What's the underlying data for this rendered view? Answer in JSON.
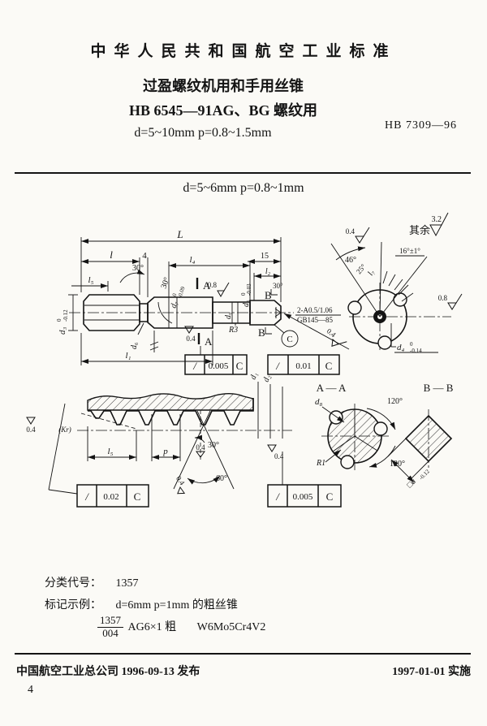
{
  "header": {
    "standard_title": "中华人民共和国航空工业标准",
    "doc_title": "过盈螺纹机用和手用丝锥",
    "doc_subtitle": "HB 6545—91AG、BG 螺纹用",
    "doc_range": "d=5~10mm   p=0.8~1.5mm",
    "standard_no": "HB 7309—96"
  },
  "section": {
    "title": "d=5~6mm   p=0.8~1mm"
  },
  "drawing": {
    "general": {
      "prefix": "其余",
      "value": "3.2"
    },
    "main": {
      "dim_L": "L",
      "dim_l": "l",
      "dim_4": "4",
      "dim_l4": "l₄",
      "dim_15": "15",
      "dim_l2": "l₂",
      "dim_l5": "l₅",
      "dim_l1": "l₁",
      "d3": {
        "base": "d₃",
        "sup": "0",
        "sub": "-0.12"
      },
      "d7": {
        "base": "d₇",
        "sup": "0",
        "sub": "-0.09"
      },
      "d5": {
        "base": "d₅",
        "sup": "0",
        "sub": "-0.03"
      },
      "d6": "d₆",
      "d9": "d₉",
      "r3": "R3",
      "a30_1": "30°",
      "a30_2": "30°",
      "a30_3": "30°",
      "secA_top": "A",
      "secA_bot": "A",
      "secB_top": "B",
      "secB_bot": "B",
      "f08": "0.8",
      "f04": "0.4",
      "f04_diag": "0.4",
      "hole1": "2-A0.5/1.06",
      "hole2": "GB145—85",
      "datum": "C"
    },
    "end": {
      "f04": "0.4",
      "a46": "46°",
      "a25": "25°",
      "l7": "l₇",
      "a16": "16°±1°",
      "f08": "0.8",
      "d4": {
        "base": "d₄",
        "sup": "0",
        "sub": "-0.14"
      }
    },
    "profile": {
      "f04_left": "0.4",
      "kr": "(Kr)",
      "l5": "l₅",
      "p": "p",
      "a30": "30°",
      "f04_mid": "0.4",
      "a60": "60°",
      "f04_incline": "0.4",
      "d1": "d₁",
      "d2": "d₂",
      "f04_right": "0.4"
    },
    "aa": {
      "title": "A — A",
      "d8": "d₈",
      "r1": "R1",
      "a120_top": "120°",
      "a120_bot": "120°"
    },
    "bb": {
      "title": "B — B",
      "base": "□a",
      "sub": "-0.12"
    },
    "frames": [
      {
        "sym": "/",
        "value": "0.005",
        "datum": "C"
      },
      {
        "sym": "/",
        "value": "0.01",
        "datum": "C"
      },
      {
        "sym": "/",
        "value": "0.02",
        "datum": "C"
      },
      {
        "sym": "/",
        "value": "0.005",
        "datum": "C"
      }
    ]
  },
  "notes": {
    "class_label": "分类代号：",
    "class_value": "1357",
    "mark_label": "标记示例：",
    "mark_desc": "d=6mm   p=1mm 的粗丝锥",
    "frac_num": "1357",
    "frac_den": "004",
    "code": "AG6×1 粗",
    "material": "W6Mo5Cr4V2"
  },
  "footer": {
    "issued": "中国航空工业总公司 1996-09-13 发布",
    "effective": "1997-01-01 实施",
    "page": "4"
  }
}
